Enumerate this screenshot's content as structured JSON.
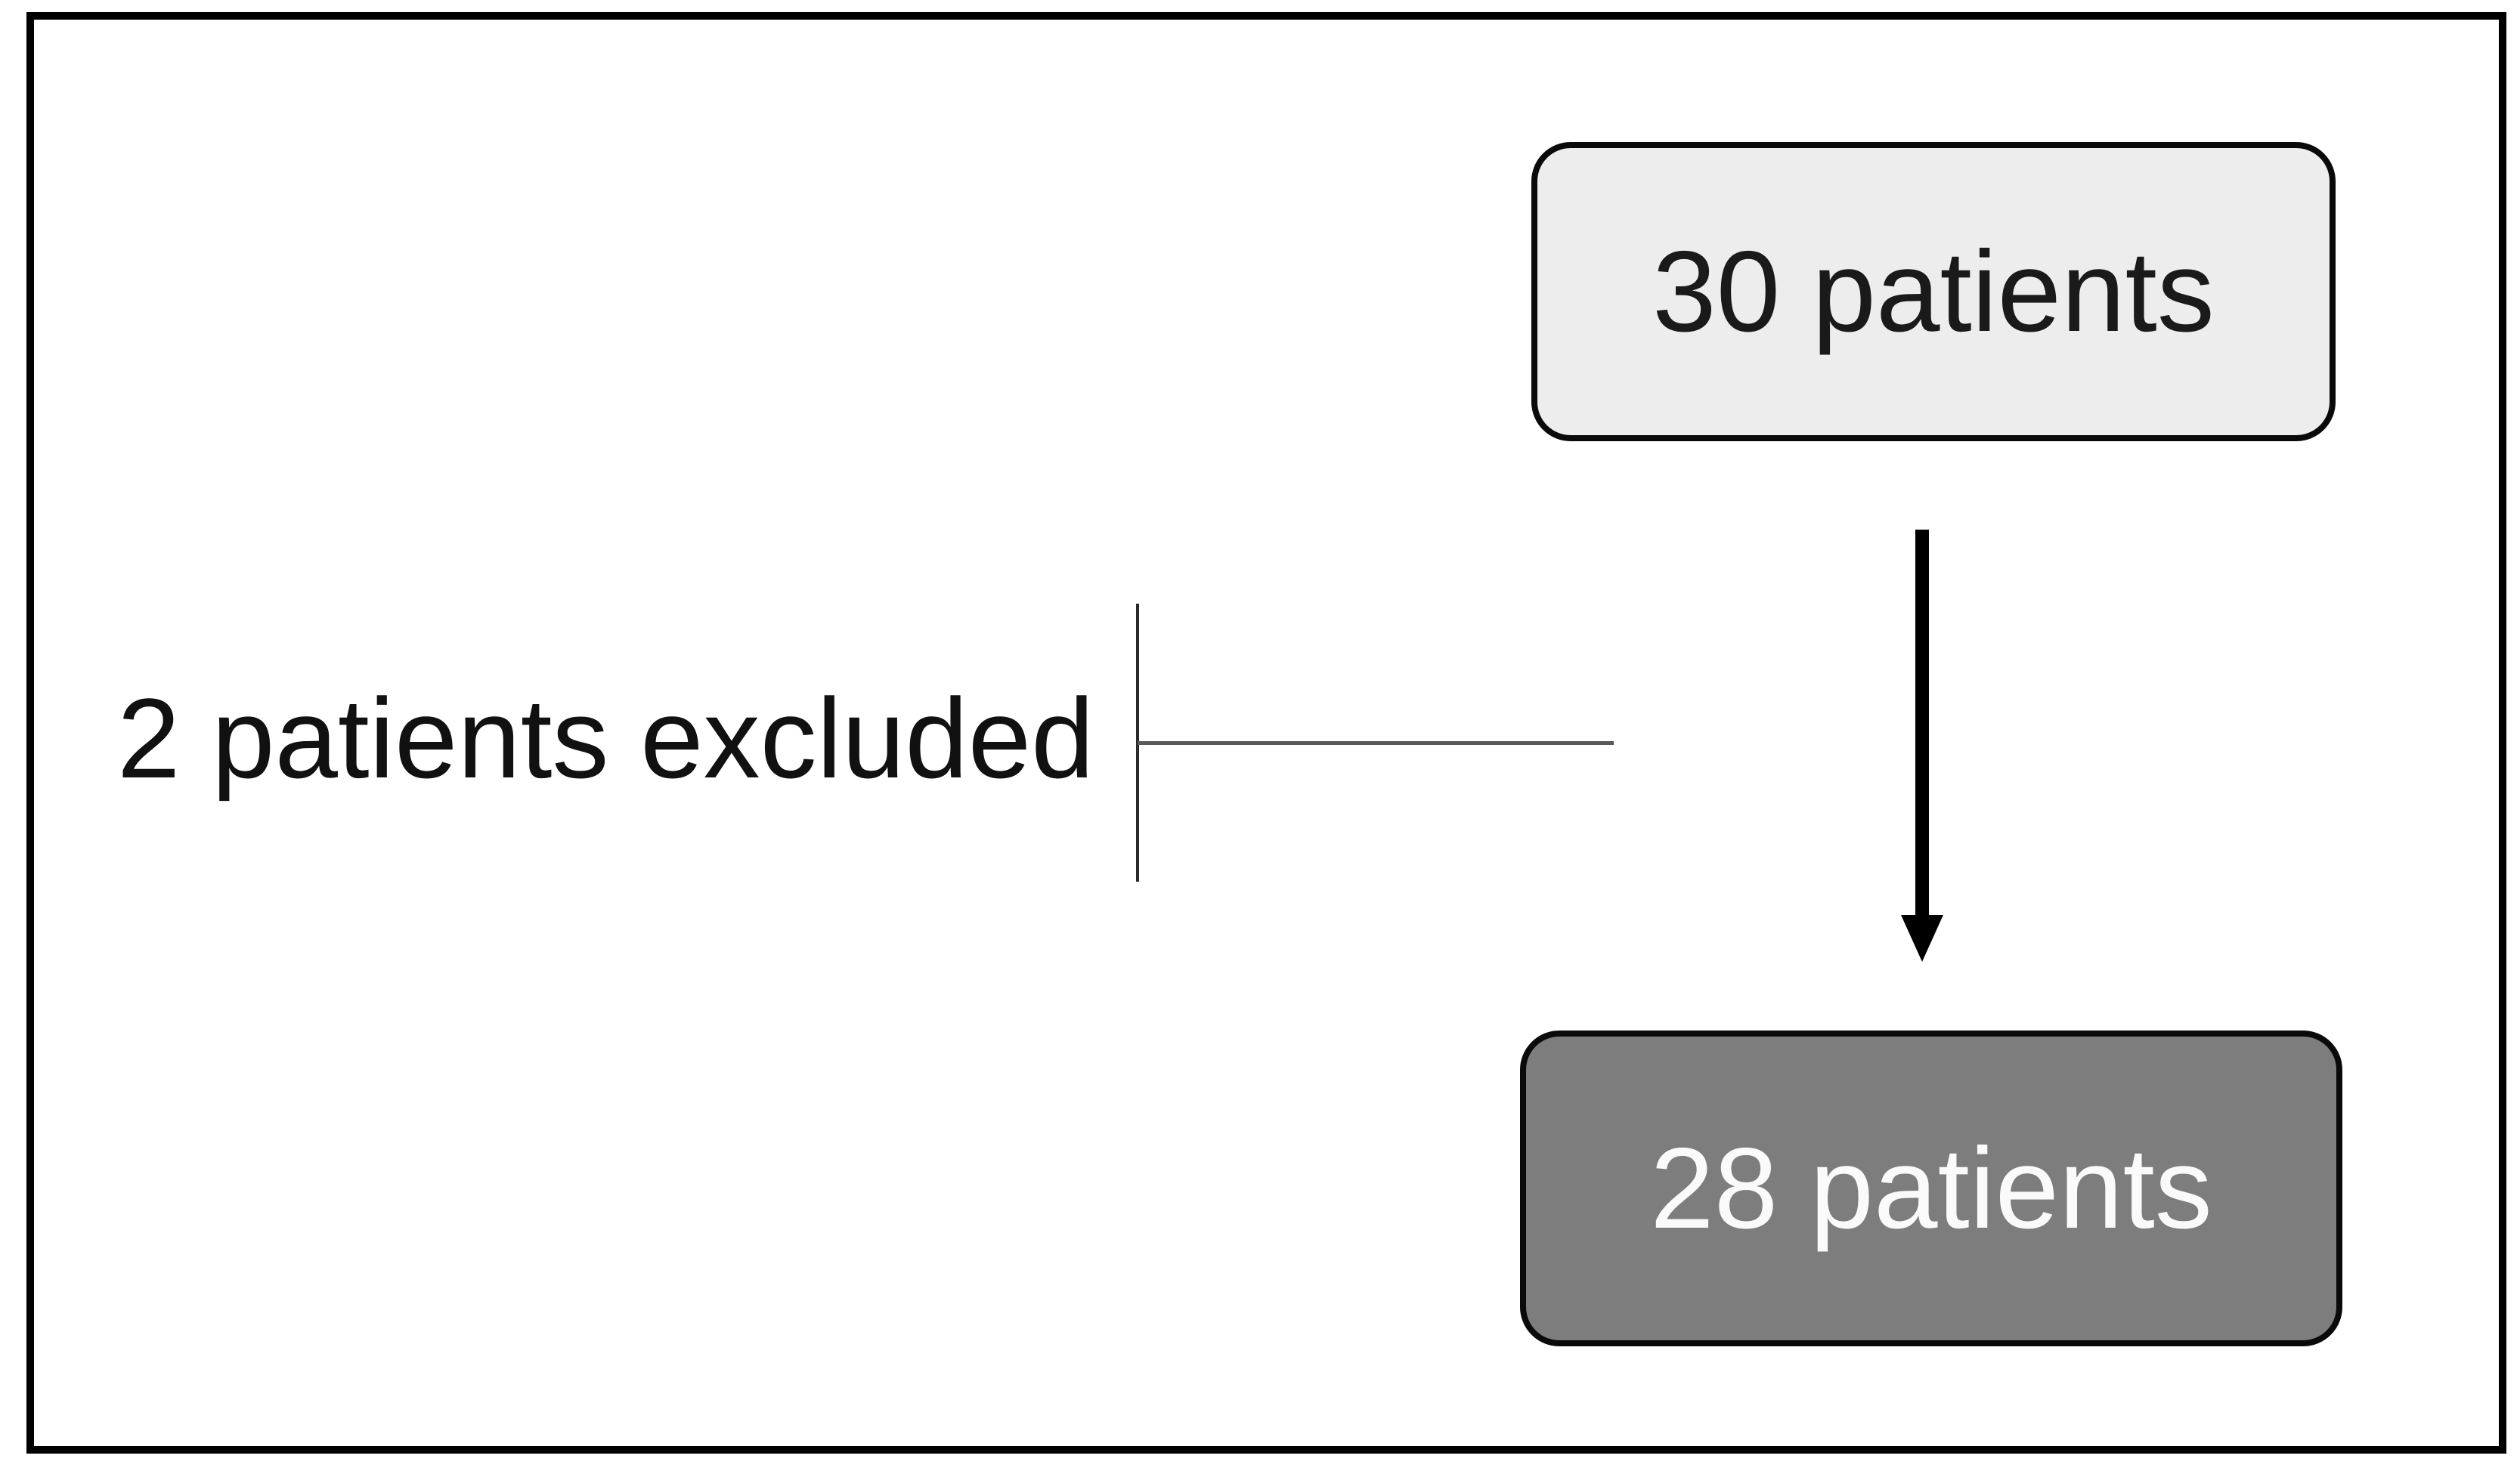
{
  "figure": {
    "type": "patient-flow-diagram",
    "background_color": "#ffffff",
    "frame_border_color": "#000000"
  },
  "nodes": {
    "start": {
      "label": "30 patients",
      "fill": "#ededed",
      "border_color": "#0a0a0a",
      "text_color": "#1a1a1a"
    },
    "end": {
      "label": "28 patients",
      "fill": "#7d7d7d",
      "border_color": "#0a0a0a",
      "text_color": "#fafafa"
    }
  },
  "annotations": {
    "exclusion": {
      "label": "2 patients excluded",
      "text_color": "#111111"
    }
  },
  "connectors": {
    "main_arrow": {
      "from": "start",
      "to": "end",
      "direction": "down",
      "color": "#000000"
    },
    "exclusion_branch": {
      "shape": "tee",
      "line_color": "#595959"
    }
  }
}
